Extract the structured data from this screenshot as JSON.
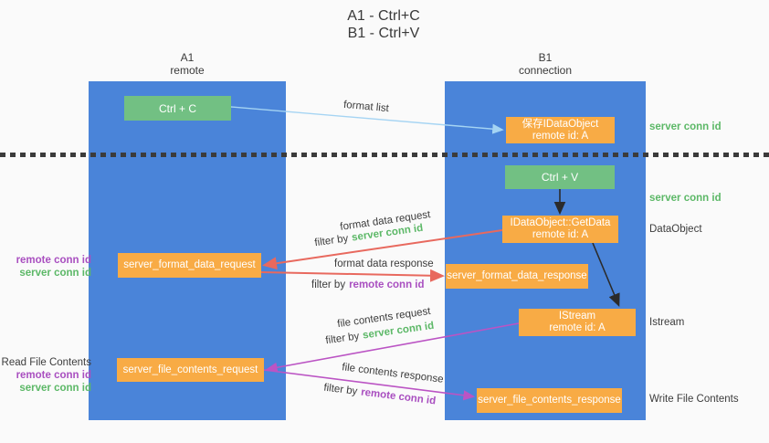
{
  "title": {
    "line1": "A1 - Ctrl+C",
    "line2": "B1 - Ctrl+V"
  },
  "columns": {
    "left": {
      "name": "A1",
      "subtitle": "remote"
    },
    "right": {
      "name": "B1",
      "subtitle": "connection"
    }
  },
  "nodes": {
    "ctrl_c": "Ctrl + C",
    "ctrl_v": "Ctrl + V",
    "save_dataobject": {
      "line1": "保存IDataObject",
      "line2": "remote id: A"
    },
    "getdata": {
      "line1": "IDataObject::GetData",
      "line2": "remote id: A"
    },
    "istream": {
      "line1": "IStream",
      "line2": "remote id: A"
    },
    "format_request": "server_format_data_request",
    "format_response": "server_format_data_response",
    "file_request": "server_file_contents_request",
    "file_response": "server_file_contents_response"
  },
  "labels": {
    "format_list": "format list",
    "format_data_request": "format data request",
    "format_data_response": "format data response",
    "file_contents_request": "file contents request",
    "file_contents_response": "file contents response",
    "filter_by": "filter by",
    "server_conn_id": "server conn id",
    "remote_conn_id": "remote conn id",
    "dataobject": "DataObject",
    "istream": "Istream",
    "read_file_contents": "Read File Contents",
    "write_file_contents": "Write File Contents"
  },
  "colors": {
    "lane_blue": "#4a84d9",
    "box_orange": "#f8ab45",
    "key_green": "#72c083",
    "arrow_red": "#e8695e",
    "arrow_magenta": "#bb54c4",
    "arrow_lightblue": "#a5d4f3",
    "text_green": "#5cb867",
    "text_purple": "#a94fc0",
    "text_dark": "#3c3c3c"
  }
}
